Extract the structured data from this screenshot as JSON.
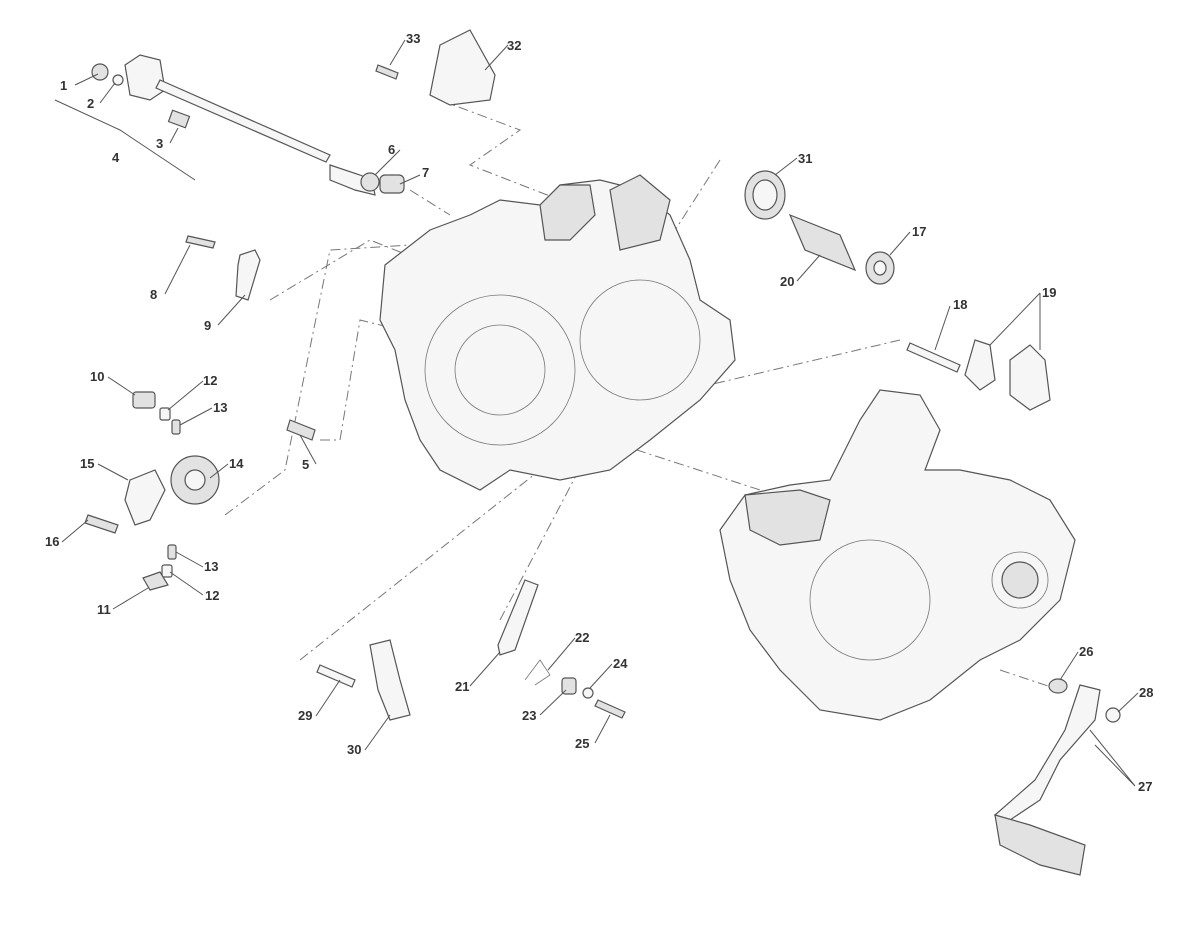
{
  "diagram": {
    "type": "exploded-parts-diagram",
    "callouts": [
      "1",
      "2",
      "3",
      "4",
      "5",
      "6",
      "7",
      "8",
      "9",
      "10",
      "11",
      "12",
      "12",
      "13",
      "13",
      "14",
      "15",
      "16",
      "17",
      "18",
      "19",
      "20",
      "21",
      "22",
      "23",
      "24",
      "25",
      "26",
      "27",
      "28",
      "29",
      "30",
      "31",
      "32",
      "33"
    ]
  }
}
